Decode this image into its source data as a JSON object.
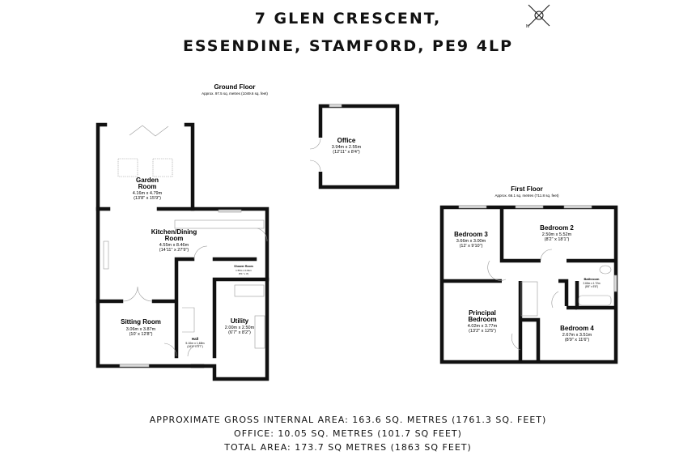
{
  "title_line1": "7 GLEN CRESCENT,",
  "title_line2": "ESSENDINE, STAMFORD, PE9 4LP",
  "compass_label": "N",
  "ground_floor": {
    "label": "Ground Floor",
    "area": "Approx. 97.5 sq. metres (1049.6 sq. feet)",
    "rooms": [
      {
        "name": "Garden Room",
        "metric": "4.16m x 4.79m",
        "imperial": "(13'8\" x 15'9\")"
      },
      {
        "name": "Kitchen/Dining Room",
        "metric": "4.55m x 8.46m",
        "imperial": "(14'11\" x 27'9\")"
      },
      {
        "name": "Sitting Room",
        "metric": "3.06m x 3.87m",
        "imperial": "(10' x 12'8\")"
      },
      {
        "name": "Utility",
        "metric": "2.00m x 2.50m",
        "imperial": "(6'7\" x 8'2\")"
      },
      {
        "name": "Hall",
        "metric": "5.10m x 1.68m",
        "imperial": "(16'9\" x 5'7\")"
      },
      {
        "name": "Shower Room",
        "metric": "1.55m x 0.91m",
        "imperial": "(5'1\" x 3')"
      }
    ]
  },
  "office": {
    "name": "Office",
    "metric": "3.94m x 2.55m",
    "imperial": "(12'11\" x 8'4\")"
  },
  "first_floor": {
    "label": "First Floor",
    "area": "Approx. 66.1 sq. metres (711.8 sq. feet)",
    "rooms": [
      {
        "name": "Bedroom 3",
        "metric": "3.66m x 3.00m",
        "imperial": "(12' x 9'10\")"
      },
      {
        "name": "Bedroom 2",
        "metric": "2.50m x 5.52m",
        "imperial": "(8'2\" x 18'1\")"
      },
      {
        "name": "Bathroom",
        "metric": "2.60m x 1.72m",
        "imperial": "(8'6\" x 5'8\")"
      },
      {
        "name": "Principal Bedroom",
        "metric": "4.02m x 3.77m",
        "imperial": "(13'2\" x 12'5\")"
      },
      {
        "name": "Bedroom 4",
        "metric": "2.67m x 3.51m",
        "imperial": "(8'9\" x 11'6\")"
      }
    ]
  },
  "footer": {
    "line1": "APPROXIMATE GROSS INTERNAL AREA: 163.6 SQ. METRES (1761.3 SQ. FEET)",
    "line2": "OFFICE: 10.05 SQ. METRES (101.7 SQ FEET)",
    "line3": "TOTAL AREA: 173.7 SQ METRES (1863 SQ FEET)"
  }
}
